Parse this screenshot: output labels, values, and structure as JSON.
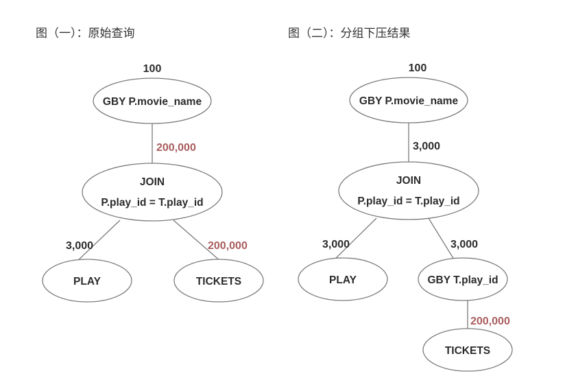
{
  "colors": {
    "normal": "#2b2b2b",
    "highlight": "#a95c5c"
  },
  "captions": {
    "left": "图（一）：原始查询",
    "right": "图（二）：分组下压结果"
  },
  "left": {
    "top_count": "100",
    "gby": "GBY P.movie_name",
    "gby_join_count": "200,000",
    "join_title": "JOIN",
    "join_cond": "P.play_id = T.play_id",
    "play_count": "3,000",
    "tickets_count": "200,000",
    "play": "PLAY",
    "tickets": "TICKETS"
  },
  "right": {
    "top_count": "100",
    "gby": "GBY P.movie_name",
    "gby_join_count": "3,000",
    "join_title": "JOIN",
    "join_cond": "P.play_id = T.play_id",
    "play_count": "3,000",
    "gby2_count": "3,000",
    "play": "PLAY",
    "gby2": "GBY T.play_id",
    "tickets_count": "200,000",
    "tickets": "TICKETS"
  }
}
